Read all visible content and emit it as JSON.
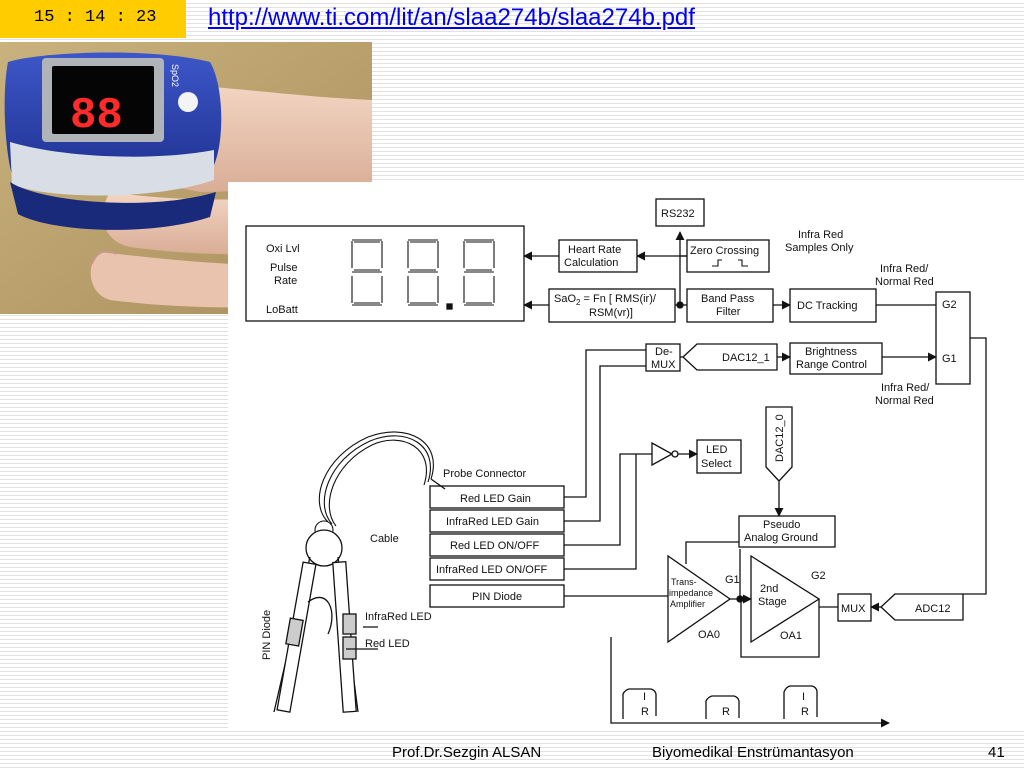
{
  "slide": {
    "clock": "15 : 14 : 23",
    "source_url": "http://www.ti.com/lit/an/slaa274b/slaa274b.pdf",
    "footer": {
      "author": "Prof.Dr.Sezgin ALSAN",
      "course": "Biyomedikal Enstrümantasyon",
      "page": "41"
    }
  },
  "photo": {
    "subject": "finger pulse oximeter",
    "display_reading": "88",
    "side_label": "SpO2"
  },
  "diagram": {
    "display_labels": {
      "oxi": "Oxi Lvl",
      "pulse": "Pulse",
      "rate": "Rate",
      "lobatt": "LoBatt"
    },
    "blocks": {
      "heart_rate_1": "Heart Rate",
      "heart_rate_2": "Calculation",
      "sao2_1": "SaO",
      "sao2_sub": "2",
      "sao2_2": " = Fn [ RMS(ir)/",
      "sao2_3": "RSM(vr)]",
      "rs232": "RS232",
      "zero_crossing": "Zero Crossing",
      "band_pass_1": "Band Pass",
      "band_pass_2": "Filter",
      "dc_tracking": "DC Tracking",
      "demux_1": "De-",
      "demux_2": "MUX",
      "dac12_1": "DAC12_1",
      "brightness_1": "Brightness",
      "brightness_2": "Range Control",
      "g2": "G2",
      "g1": "G1",
      "dac12_0": "DAC12_0",
      "led_select_1": "LED",
      "led_select_2": "Select",
      "pseudo_1": "Pseudo",
      "pseudo_2": "Analog Ground",
      "tia_1": "Trans-",
      "tia_2": "impedance",
      "tia_3": "Amplifier",
      "tia_gain": "G1",
      "oa0": "OA0",
      "stage2_1": "2nd",
      "stage2_2": "Stage",
      "stage2_gain": "G2",
      "oa1": "OA1",
      "mux": "MUX",
      "adc12": "ADC12"
    },
    "annotations": {
      "ir_only_1": "Infra Red",
      "ir_only_2": "Samples Only",
      "ir_normal_top_1": "Infra Red/",
      "ir_normal_top_2": "Normal Red",
      "ir_normal_bot_1": "Infra Red/",
      "ir_normal_bot_2": "Normal Red",
      "probe_connector": "Probe Connector",
      "cable": "Cable",
      "pin_diode": "PIN Diode",
      "infrared_led": "InfraRed LED",
      "red_led": "Red LED"
    },
    "probe_rows": [
      "Red LED Gain",
      "InfraRed LED Gain",
      "Red LED ON/OFF",
      "InfraRed LED ON/OFF",
      "PIN Diode"
    ],
    "waveform": {
      "labels": [
        "I",
        "R",
        "R",
        "I",
        "R"
      ]
    }
  }
}
